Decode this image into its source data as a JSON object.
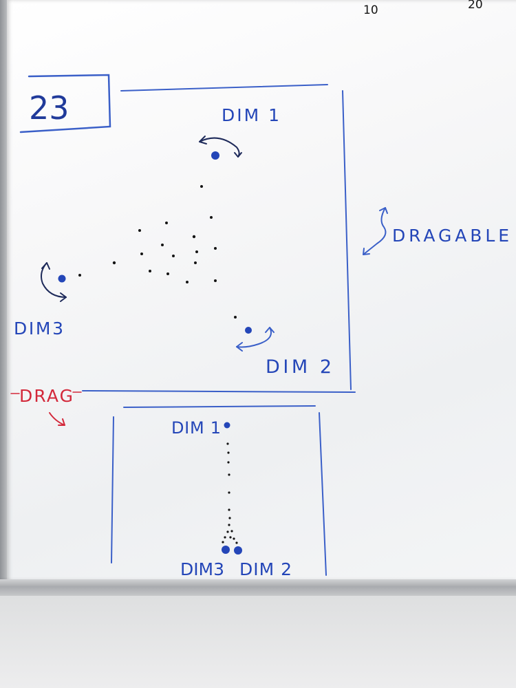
{
  "top_corner": {
    "left_number": "10",
    "right_number": "20"
  },
  "slide_number": "23",
  "upper_plot": {
    "dim1_label": "DIM 1",
    "dim2_label": "DIM 2",
    "dim3_label": "DIM3"
  },
  "side_note": "DRAGABLE",
  "drag_label": "DRAG",
  "lower_plot": {
    "dim1_label": "DIM 1",
    "dim2_label": "DIM 2",
    "dim3_label": "DIM3"
  },
  "colors": {
    "marker_blue": "#2446b8",
    "pen_black": "#141414",
    "pen_red": "#d3283a",
    "board_white": "#f7f7f8"
  }
}
